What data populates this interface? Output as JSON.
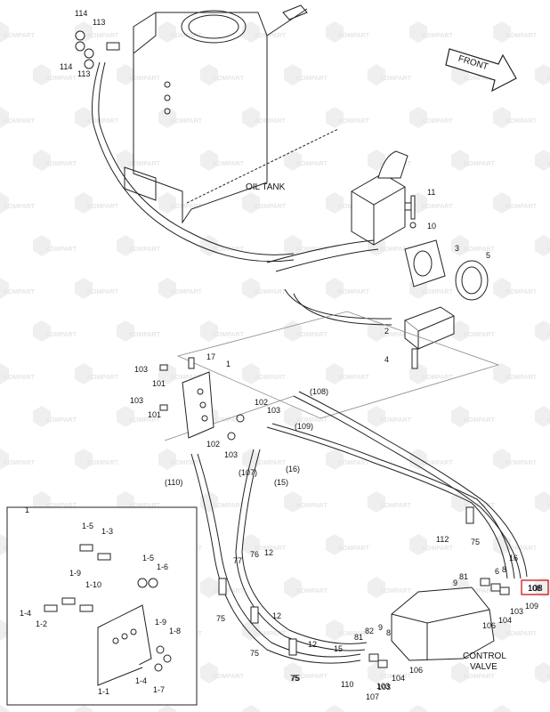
{
  "labels": {
    "oil_tank": "OIL TANK",
    "front": "FRONT",
    "control_valve_1": "CONTROL",
    "control_valve_2": "VALVE",
    "watermark": "KOMPART"
  },
  "inset": {
    "title": "1",
    "parts": [
      "1-5",
      "1-3",
      "1-9",
      "1-10",
      "1-5",
      "1-6",
      "1-4",
      "1-2",
      "1-9",
      "1-8",
      "1-4",
      "1-7",
      "1-1"
    ]
  },
  "callouts": [
    "114",
    "113",
    "114",
    "113",
    "11",
    "10",
    "3",
    "5",
    "2",
    "4",
    "17",
    "1",
    "103",
    "101",
    "103",
    "101",
    "102",
    "103",
    "102",
    "103",
    "(108)",
    "(109)",
    "(16)",
    "(107)",
    "(15)",
    "(110)",
    "112",
    "75",
    "16",
    "8",
    "81",
    "6",
    "9",
    "103",
    "104",
    "106",
    "108",
    "109",
    "77",
    "76",
    "12",
    "75",
    "12",
    "12",
    "75",
    "75",
    "15",
    "82",
    "81",
    "9",
    "8",
    "103",
    "104",
    "106",
    "110",
    "107",
    "103",
    "75"
  ],
  "highlight": {
    "label": "108",
    "color": "#cc0000"
  }
}
